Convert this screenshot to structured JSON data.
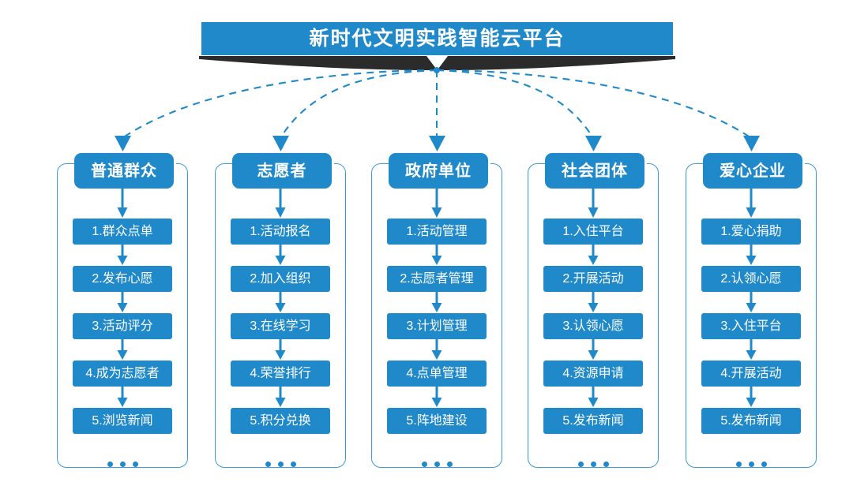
{
  "theme": {
    "brand_blue": "#2089c9",
    "frame_blue": "#3b9ad9",
    "ribbon_dark": "#2b2b2b",
    "background": "#ffffff"
  },
  "header": {
    "title": "新时代文明实践智能云平台",
    "chevron_icon": "chevron-down-icon"
  },
  "columns": [
    {
      "id": "public",
      "title": "普通群众",
      "items": [
        "1.群众点单",
        "2.发布心愿",
        "3.活动评分",
        "4.成为志愿者",
        "5.浏览新闻"
      ],
      "more": "..."
    },
    {
      "id": "volunteer",
      "title": "志愿者",
      "items": [
        "1.活动报名",
        "2.加入组织",
        "3.在线学习",
        "4.荣誉排行",
        "5.积分兑换"
      ],
      "more": "..."
    },
    {
      "id": "government",
      "title": "政府单位",
      "items": [
        "1.活动管理",
        "2.志愿者管理",
        "3.计划管理",
        "4.点单管理",
        "5.阵地建设"
      ],
      "more": "..."
    },
    {
      "id": "social-group",
      "title": "社会团体",
      "items": [
        "1.入住平台",
        "2.开展活动",
        "3.认领心愿",
        "4.资源申请",
        "5.发布新闻"
      ],
      "more": "..."
    },
    {
      "id": "enterprise",
      "title": "爱心企业",
      "items": [
        "1.爱心捐助",
        "2.认领心愿",
        "3.入住平台",
        "4.开展活动",
        "5.发布新闻"
      ],
      "more": "..."
    }
  ]
}
